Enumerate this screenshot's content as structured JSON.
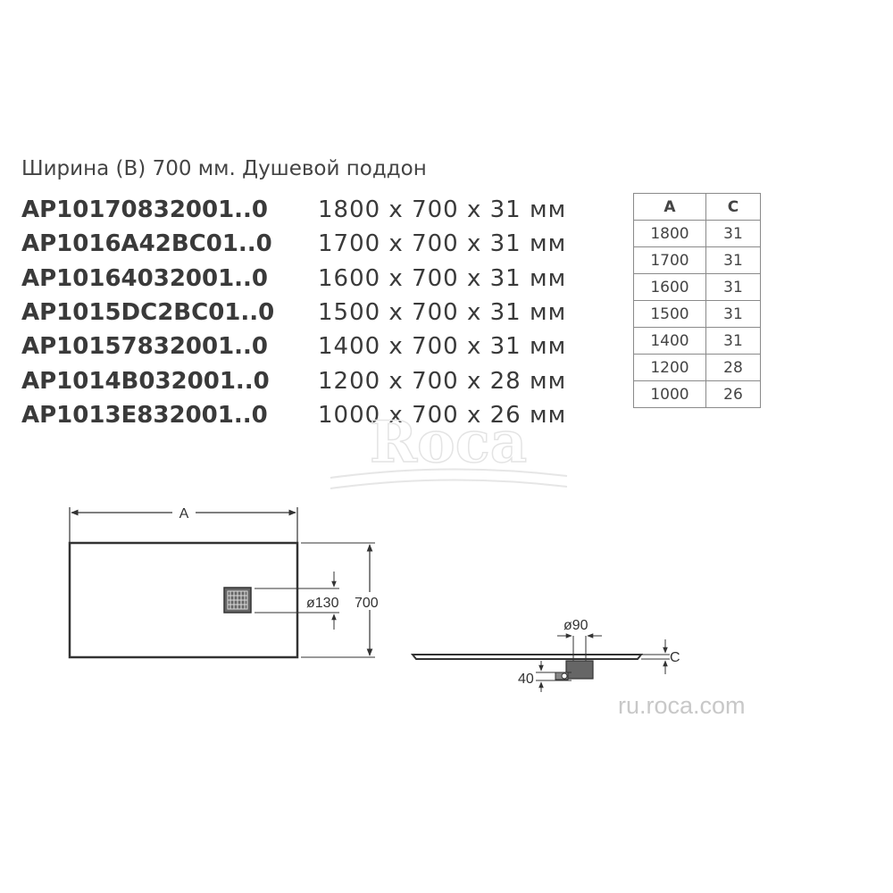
{
  "heading": "Ширина (B) 700 мм.  Душевой поддон",
  "models": [
    {
      "code": "AP10170832001..0",
      "dims": "1800 x 700 x 31 мм"
    },
    {
      "code": "AP1016A42BC01..0",
      "dims": "1700 x 700 x 31 мм"
    },
    {
      "code": "AP10164032001..0",
      "dims": "1600 x 700 x 31 мм"
    },
    {
      "code": "AP1015DC2BC01..0",
      "dims": "1500 x 700 x 31 мм"
    },
    {
      "code": "AP10157832001..0",
      "dims": "1400 x 700 x 31 мм"
    },
    {
      "code": "AP1014B032001..0",
      "dims": "1200 x 700 x 28 мм"
    },
    {
      "code": "AP1013E832001..0",
      "dims": "1000 x 700 x 26 мм"
    }
  ],
  "table": {
    "headers": [
      "A",
      "C"
    ],
    "rows": [
      [
        "1800",
        "31"
      ],
      [
        "1700",
        "31"
      ],
      [
        "1600",
        "31"
      ],
      [
        "1500",
        "31"
      ],
      [
        "1400",
        "31"
      ],
      [
        "1200",
        "28"
      ],
      [
        "1000",
        "26"
      ]
    ]
  },
  "drawing": {
    "label_a": "A",
    "label_drain": "ø130",
    "label_width": "700",
    "label_diameter": "ø90",
    "label_c": "C",
    "label_depth": "40"
  },
  "watermark": "Roca",
  "site": "ru.roca.com",
  "colors": {
    "tray": "#555555",
    "line": "#333333",
    "watermark": "#e6e6e6"
  }
}
